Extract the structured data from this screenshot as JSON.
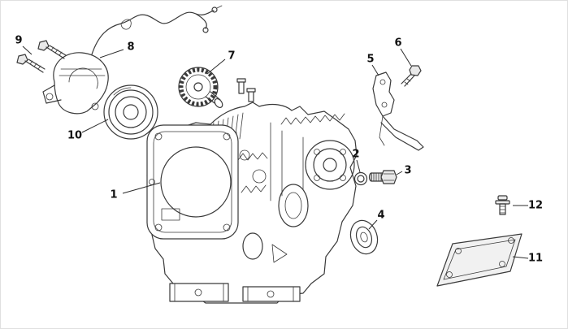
{
  "diagram": {
    "background_color": "#ffffff",
    "line_color": "#3a3a3a",
    "label_color": "#111111",
    "callouts": [
      {
        "label": "1"
      },
      {
        "label": "2"
      },
      {
        "label": "3"
      },
      {
        "label": "4"
      },
      {
        "label": "5"
      },
      {
        "label": "6"
      },
      {
        "label": "7"
      },
      {
        "label": "8"
      },
      {
        "label": "9"
      },
      {
        "label": "10"
      },
      {
        "label": "11"
      },
      {
        "label": "12"
      }
    ]
  }
}
